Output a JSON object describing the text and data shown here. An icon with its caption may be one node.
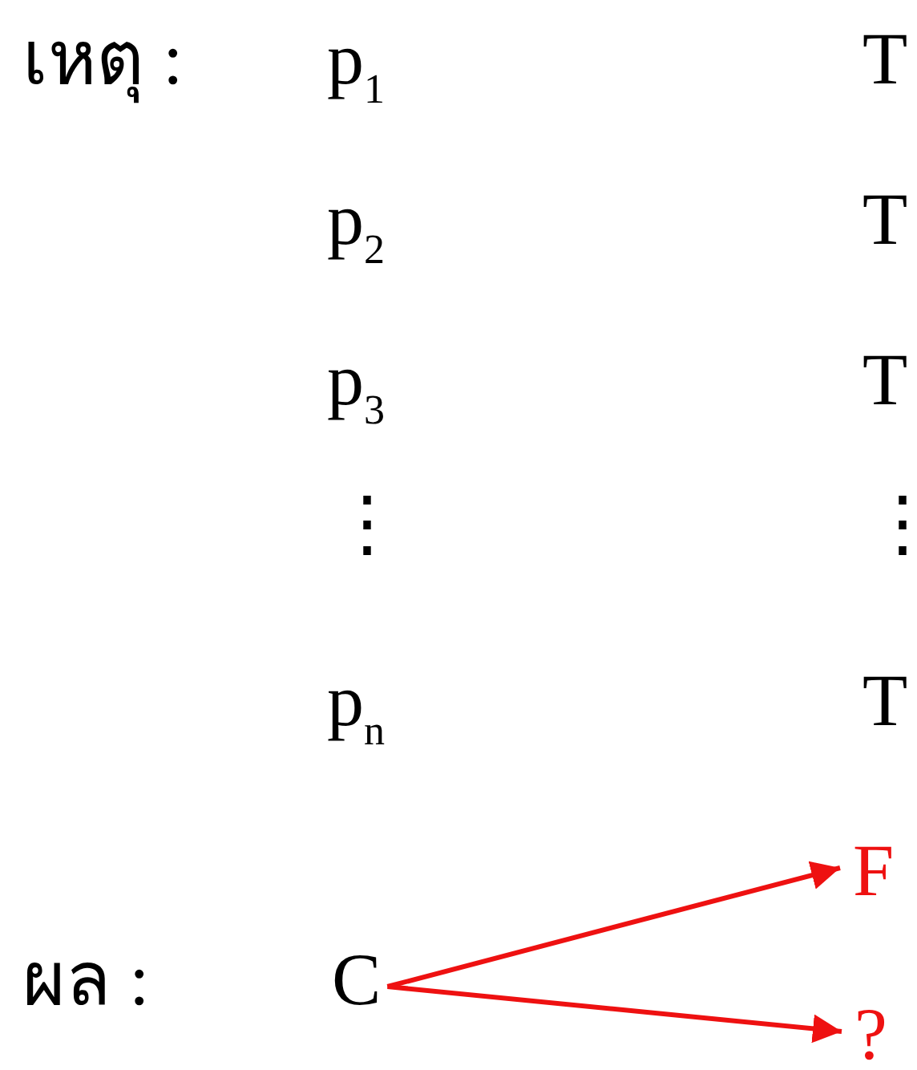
{
  "diagram": {
    "nodes": [
      {
        "text": [
          "F"
        ]
      },
      {
        "text": [
          "C"
        ]
      },
      {
        "text": [
          "?"
        ]
      }
    ],
    "edges": [
      {
        "from": 1,
        "to": 0,
        "arrow": "to"
      },
      {
        "from": 1,
        "to": 2,
        "arrow": "to"
      }
    ],
    "labels": [
      "เหตุ :",
      "p$_{1}$",
      "T",
      "p$_{2}$",
      "T",
      "p$_{3}$",
      "T",
      "⋮",
      "⋮",
      "p$_{n}$",
      "T",
      "ผล :"
    ]
  }
}
